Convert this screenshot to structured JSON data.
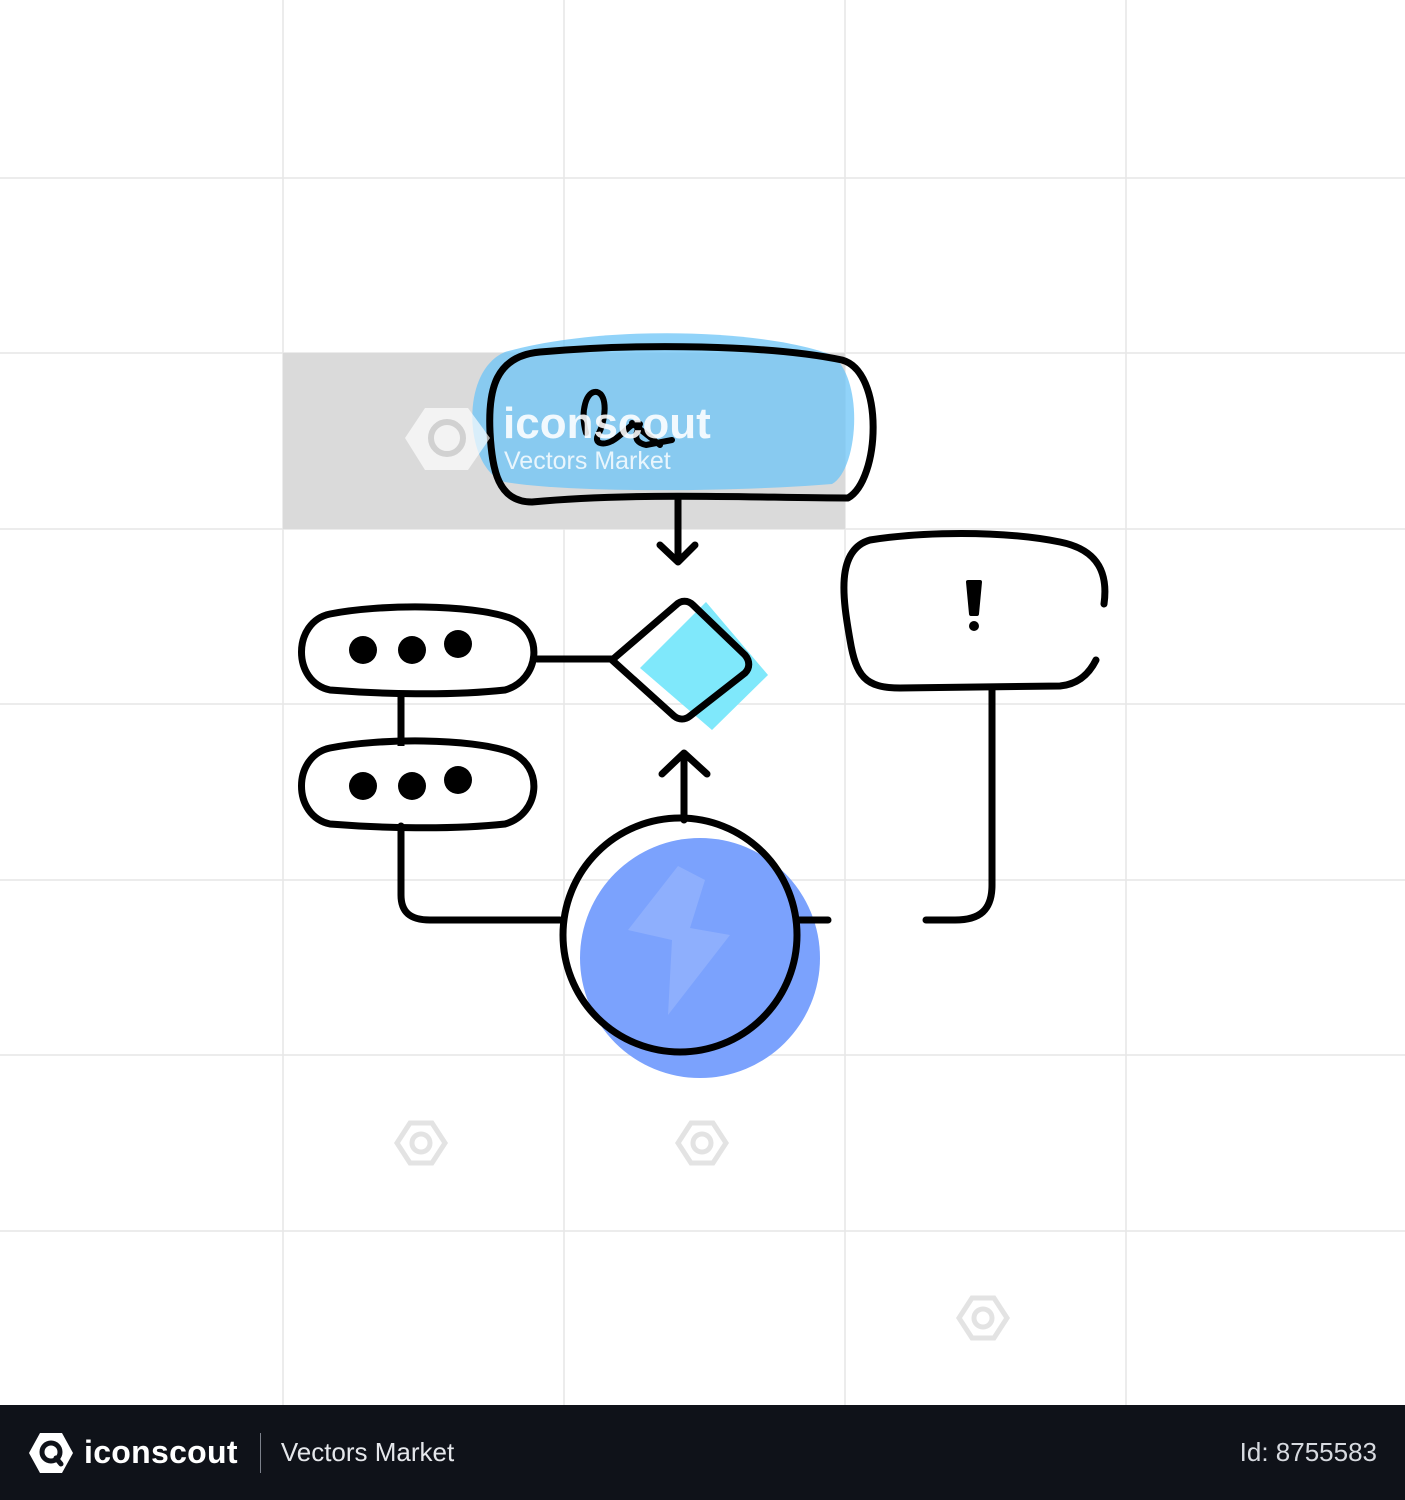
{
  "watermark": {
    "brand": "iconscout",
    "author": "Vectors Market"
  },
  "diagram": {
    "warning_glyph": "!",
    "icons": [
      "signature-icon",
      "lightning-icon",
      "warning-icon",
      "more-dots-icon"
    ]
  },
  "footer": {
    "brand": "iconscout",
    "author": "Vectors Market",
    "asset_id": "Id: 8755583"
  },
  "colors": {
    "stroke": "#000000",
    "top_box_fill": "#7dbde0",
    "top_box_highlight": "#6cc4f7",
    "diamond_fill": "#7fe8fb",
    "circle_fill": "#7ba2fd",
    "watermark_band": "#dadada",
    "grid": "#e6e6e6",
    "footer_bg": "#0f1219"
  }
}
